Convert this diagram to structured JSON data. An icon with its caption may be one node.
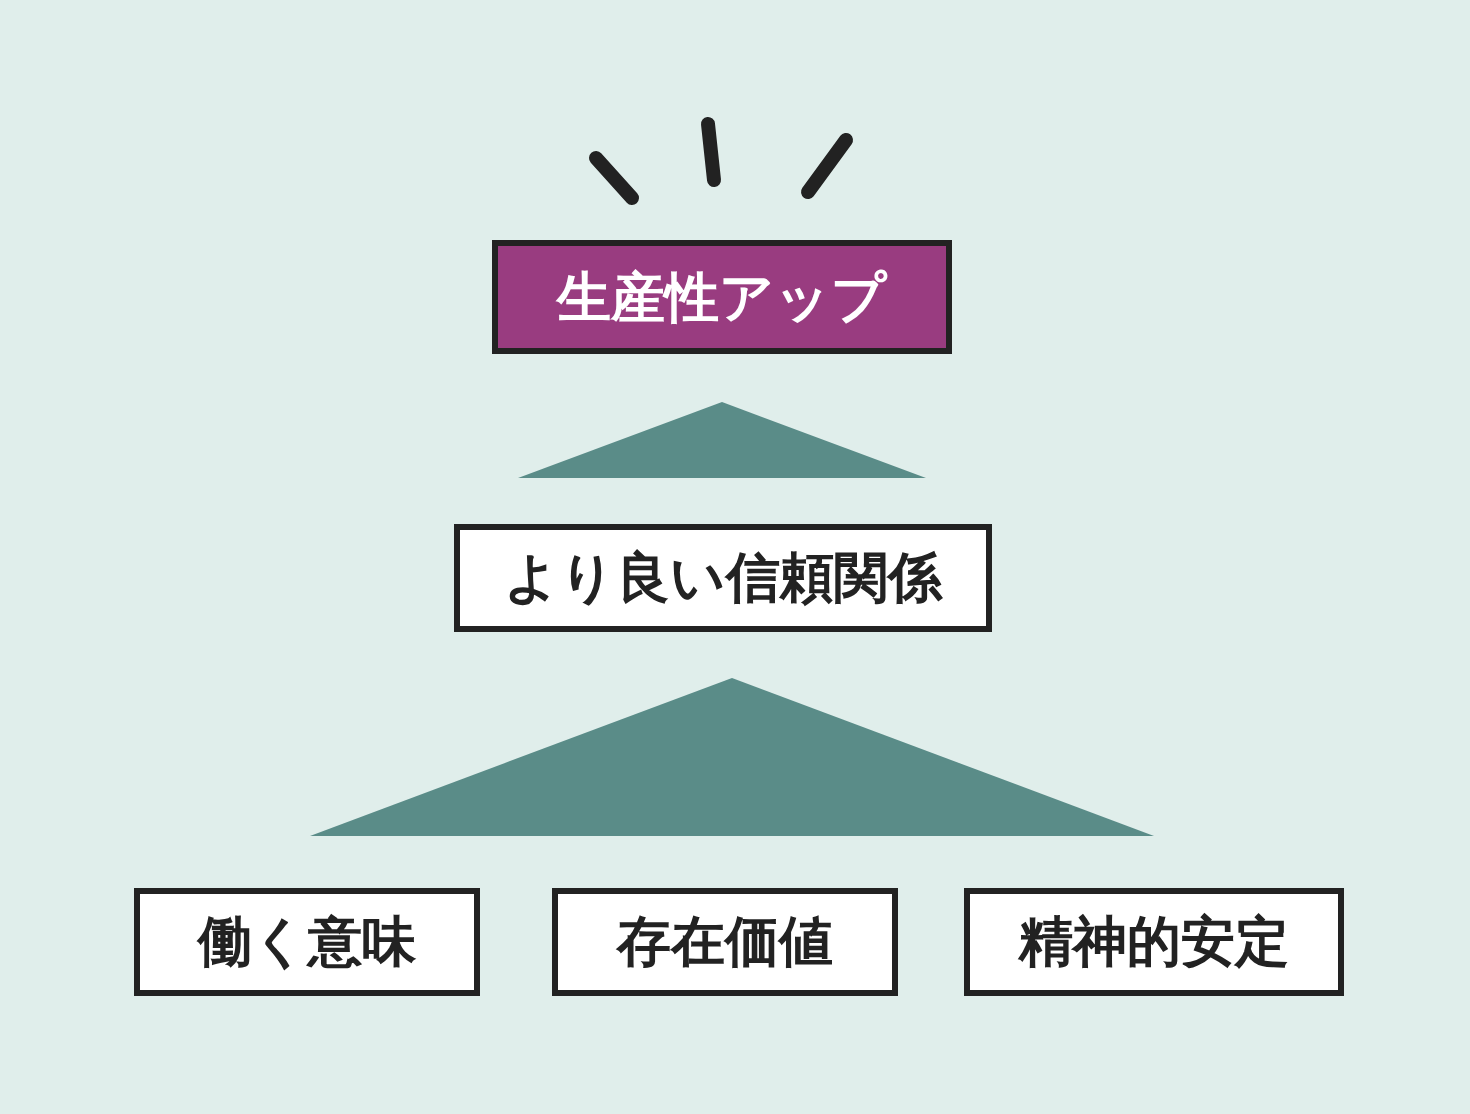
{
  "diagram": {
    "nodes": [
      {
        "text": [
          "生産性アップ"
        ]
      },
      {
        "text": [],
        "shape": "triangle"
      },
      {
        "text": [
          "より良い信頼関係"
        ]
      },
      {
        "text": [],
        "shape": "triangle"
      },
      {
        "text": [
          "働く意味"
        ]
      },
      {
        "text": [
          "存在価値"
        ]
      },
      {
        "text": [
          "精神的安定"
        ]
      }
    ]
  }
}
